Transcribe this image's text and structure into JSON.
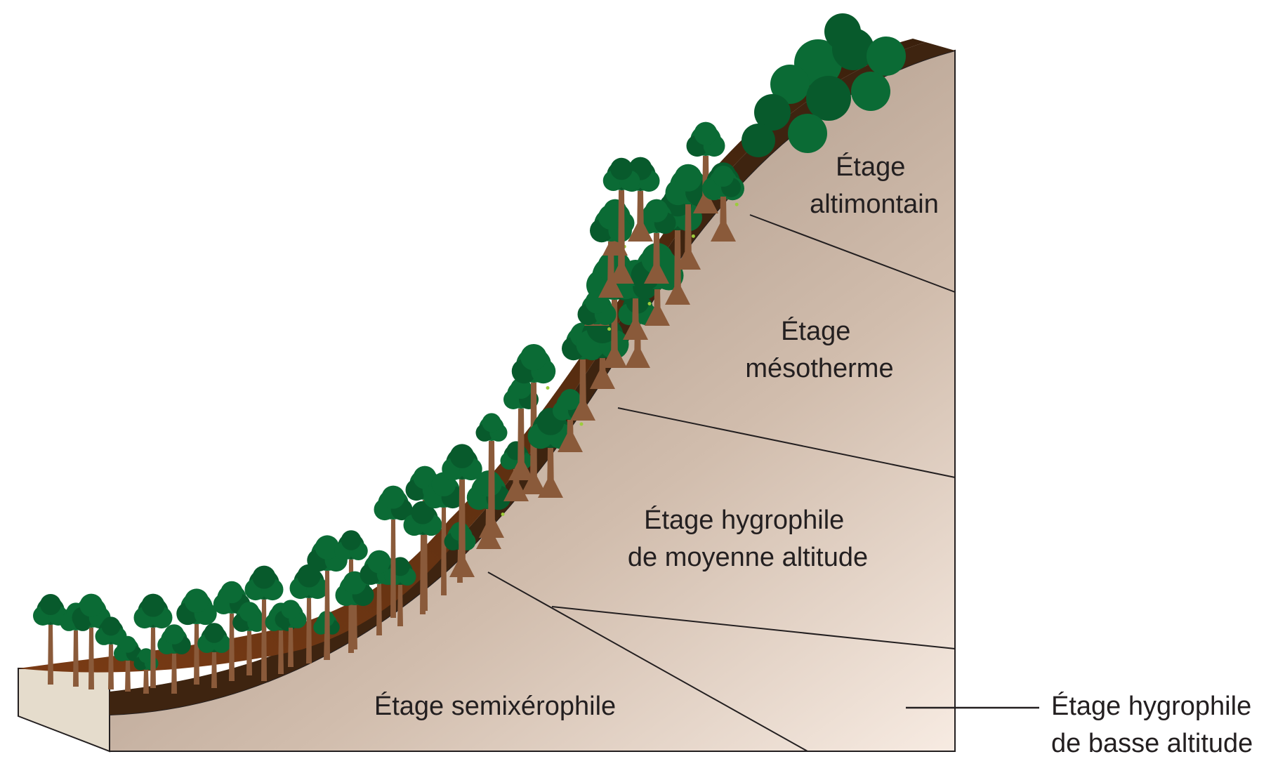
{
  "zones": {
    "altimontain": {
      "line1": "Étage",
      "line2": "altimontain"
    },
    "mesotherme": {
      "line1": "Étage",
      "line2": "mésotherme"
    },
    "hygrophile_moyenne": {
      "line1": "Étage hygrophile",
      "line2": "de moyenne altitude"
    },
    "semixerophile": {
      "line1": "Étage semixérophile"
    },
    "hygrophile_basse": {
      "line1": "Étage hygrophile",
      "line2": "de basse altitude"
    }
  },
  "colors": {
    "rock_dark": "#a89383",
    "rock_light": "#f3e5db",
    "soil": "#3e2410",
    "litter": "#7a3b15",
    "trunk": "#8a5a3a",
    "canopy": "#0b6b35",
    "canopy_dark": "#085a2c",
    "leaf_accent": "#9ccc3c",
    "slab": "#e5dccc"
  }
}
